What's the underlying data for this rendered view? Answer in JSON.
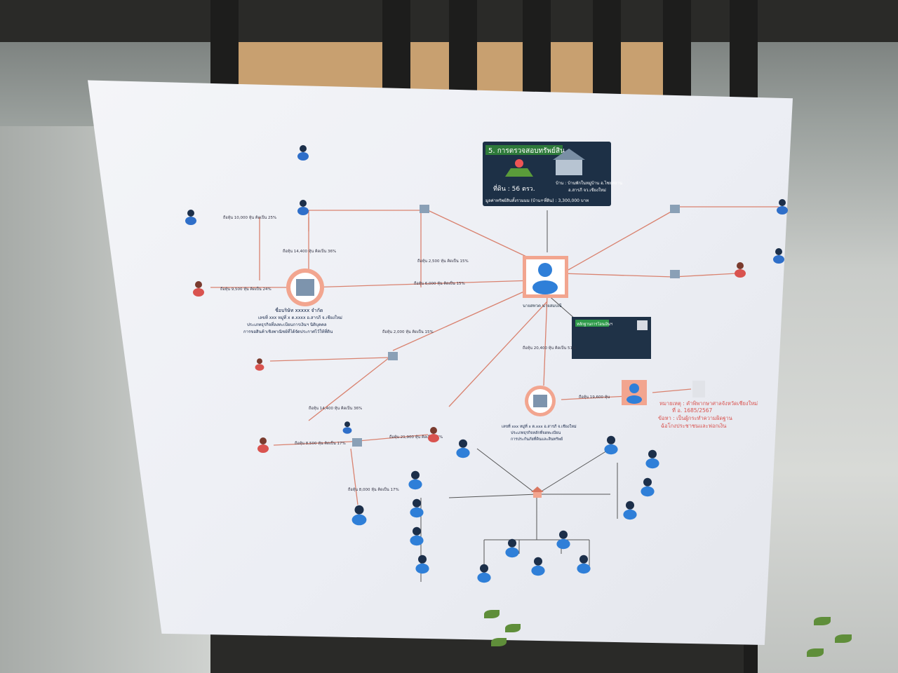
{
  "header": {
    "title": "5. การตรวจสอบทรัพย์สิน",
    "land": "ที่ดิน : 56 ตรว.",
    "house_line1": "บ้าน : บ้านพักในหมู่บ้าน อ.ไชยสถาน",
    "house_line2": "อ.สารภี จว.เชียงใหม่",
    "total": "มูลค่าทรัพย์สินทั้งรวมมม (บ้าน+ที่ดิน) : 3,300,000 บาท"
  },
  "center_person": "นายสทวต  นายสมบณี",
  "company_main": {
    "name": "ชื่อบริษัท xxxxx จำกัด",
    "line1": "เลขที่ xxx หมู่ที่ x ต.xxxx อ.สารภี จ.เชียงใหม่",
    "line2": "ประเภทธุรกิจที่ลงทะเบียนการเงินฯ นิติบุคคล",
    "line3": "การขอสินค้าเชิงพาณิชย์ที่ได้จัดประกาศไว้ให้ที่ดิน"
  },
  "company_right": {
    "line1": "เลขที่ xxx หมู่ที่ x ต.xxx อ.สารภี จ.เชียงใหม่",
    "line2": "ประเภทธุรกิจหลักที่จดทะเบียน",
    "line3": "การประกันภัยที่ดินและสินทรัพย์"
  },
  "shares": {
    "a": "ถือหุ้น 10,000 หุ้น คิดเป็น 25%",
    "b": "ถือหุ้น 14,400 หุ้น คิดเป็น 36%",
    "c": "ถือหุ้น 9,500 หุ้น คิดเป็น 24%",
    "d": "ถือหุ้น 2,500 หุ้น คิดเป็น 15%",
    "e": "ถือหุ้น 6,000 หุ้น คิดเป็น 15%",
    "f": "ถือหุ้น 2,000 หุ้น คิดเป็น 15%",
    "g": "ถือหุ้น 20,400 หุ้น คิดเป็น 51%",
    "h": "ถือหุ้น 14,400 หุ้น คิดเป็น 36%",
    "i": "ถือหุ้น 8,500 หุ้น คิดเป็น 17%",
    "j": "ถือหุ้น 21,900 หุ้น คิดเป็น 46%",
    "k": "ถือหุ้น 19,600 หุ้น",
    "l": "ถือหุ้น 8,000 หุ้น คิดเป็น 17%"
  },
  "verdict": {
    "line1": "หมายเหตุ : คำพิพากษาศาลจังหวัดเชียงใหม่",
    "line2": "ที่ อ. 1685/2567",
    "line3": "ข้อหา : เป็นผู้กระทำความผิดฐาน",
    "line4": "ฉ้อโกงประชาชนและฟอกเงิน"
  },
  "note_box": "หลักฐานการโอนเงินฯ"
}
